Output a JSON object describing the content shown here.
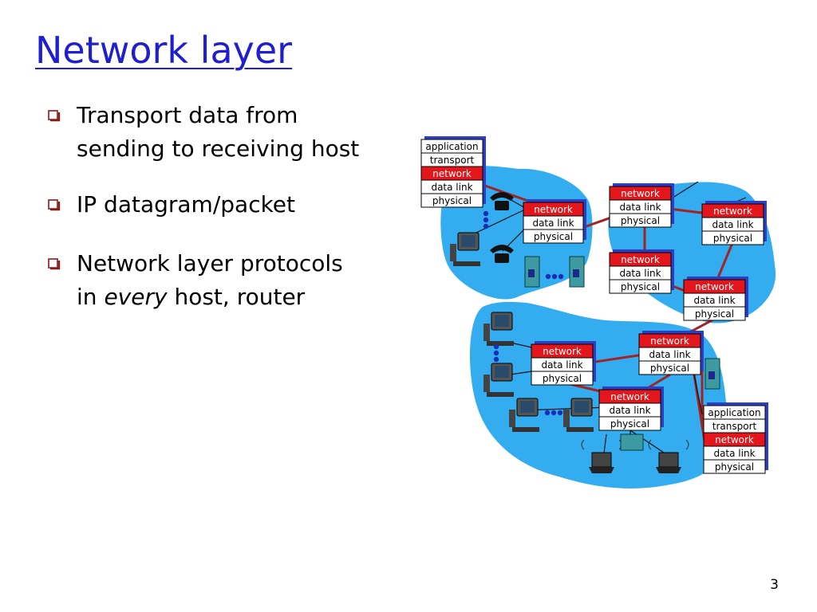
{
  "slide": {
    "title": "Network layer",
    "page_number": "3",
    "bullet_color": "#8b1a1a"
  },
  "bullets": [
    {
      "lines": [
        "Transport data from",
        "sending to receiving host"
      ]
    },
    {
      "lines": [
        "IP datagram/packet"
      ]
    },
    {
      "lines": [
        "Network layer protocols",
        "in every host, router"
      ],
      "italic_word": "every",
      "line2_prefix": "in ",
      "line2_suffix": " host, router"
    }
  ],
  "diagram": {
    "cloud_color": "#33adf0",
    "highlight_color": "#e3161b",
    "link_color": "#a32222",
    "host_stack_top": [
      "application",
      "transport",
      "network",
      "data link",
      "physical"
    ],
    "router_stack": [
      "network",
      "data link",
      "physical"
    ],
    "host_stack_bottom": [
      "application",
      "transport",
      "network",
      "data link",
      "physical"
    ]
  }
}
